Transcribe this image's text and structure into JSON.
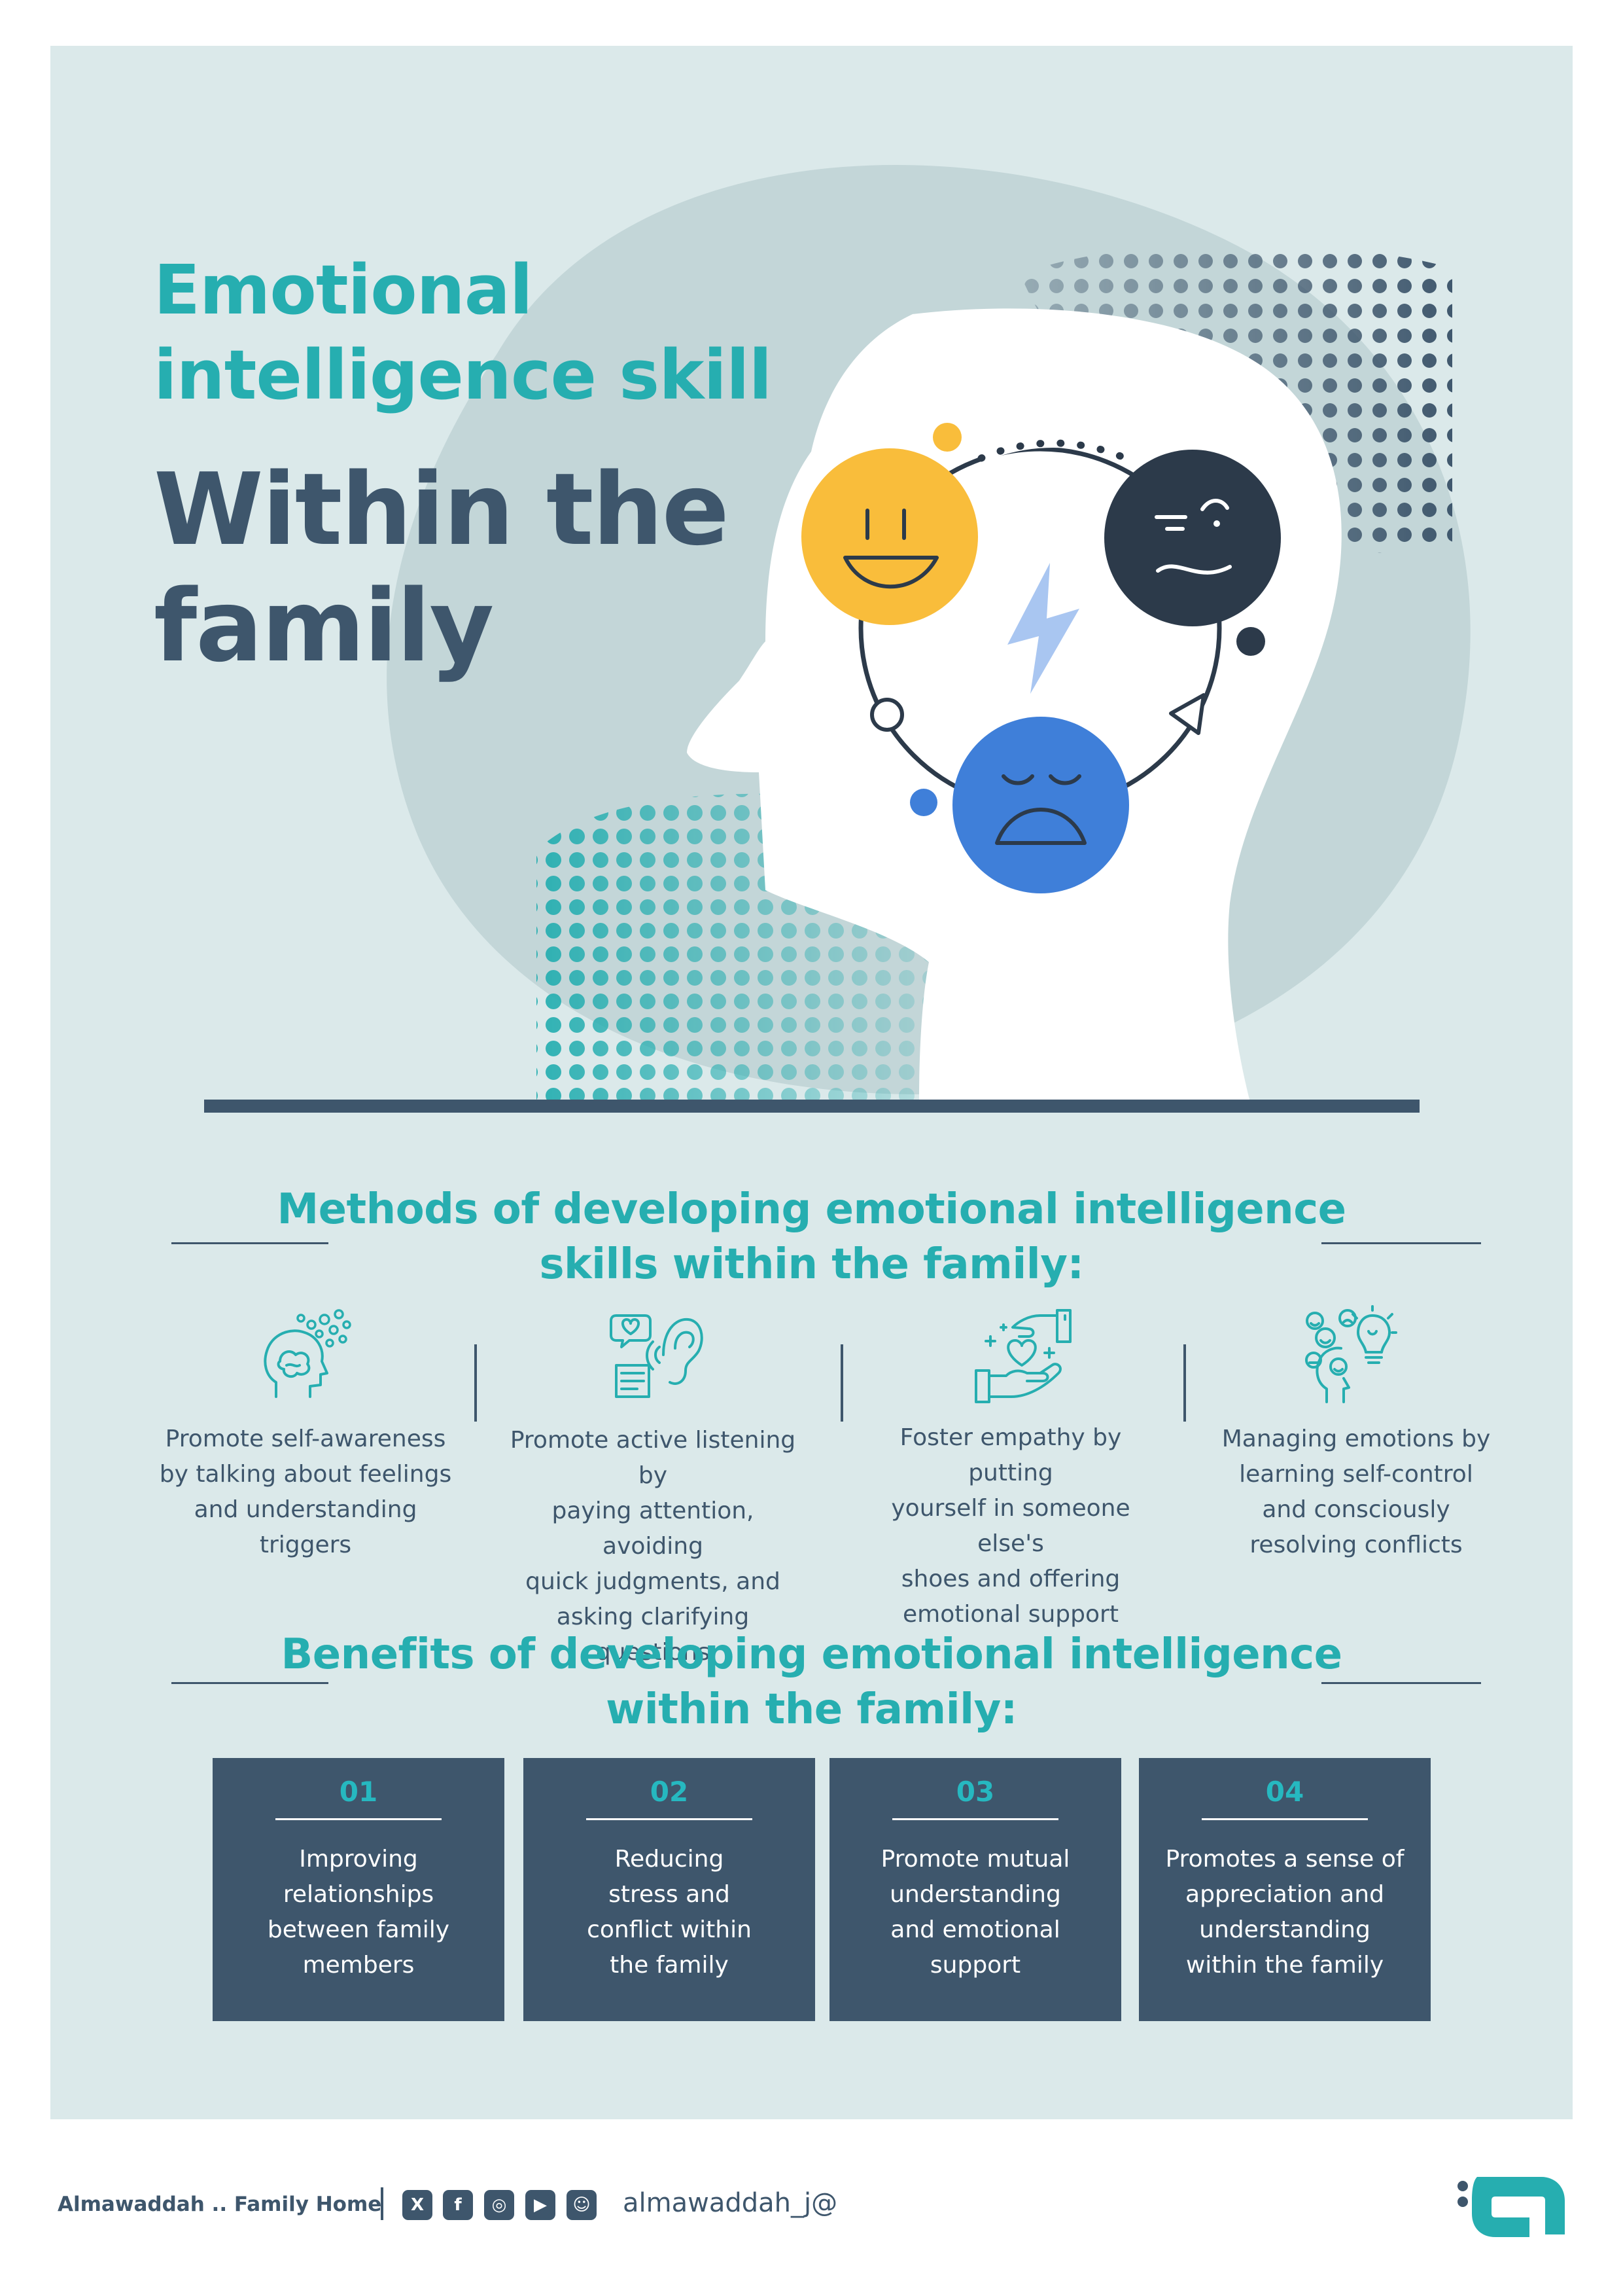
{
  "title": {
    "line1": "Emotional",
    "line2": "intelligence skill",
    "line3": "Within the",
    "line4": "family"
  },
  "colors": {
    "panel_bg": "#dbe9ea",
    "teal": "#26aeb0",
    "navy": "#3e566c",
    "yellow": "#f9bd3b",
    "blue": "#3f7fd9",
    "dark": "#2c3a4a"
  },
  "illustration": {
    "faces": [
      "happy-face-icon",
      "skeptical-face-icon",
      "sad-face-icon"
    ],
    "bolt": "lightning-bolt-icon"
  },
  "methods": {
    "heading_line1": "Methods of developing emotional intelligence",
    "heading_line2": "skills within the family:",
    "items": [
      {
        "icon": "head-thoughts-icon",
        "lines": [
          "Promote self-awareness",
          "by talking about feelings",
          "and understanding",
          "triggers"
        ]
      },
      {
        "icon": "ear-listening-icon",
        "lines": [
          "Promote active listening by",
          "paying attention, avoiding",
          "quick judgments, and",
          "asking clarifying questions"
        ]
      },
      {
        "icon": "hands-heart-icon",
        "lines": [
          "Foster empathy by putting",
          "yourself in someone else's",
          "shoes and offering",
          "emotional support"
        ]
      },
      {
        "icon": "head-emotions-icon",
        "lines": [
          "Managing emotions by",
          "learning self-control",
          "and consciously",
          "resolving conflicts"
        ]
      }
    ]
  },
  "benefits": {
    "heading_line1": "Benefits of developing emotional intelligence",
    "heading_line2": "within the family:",
    "items": [
      {
        "num": "01",
        "lines": [
          "Improving",
          "relationships",
          "between family",
          "members"
        ]
      },
      {
        "num": "02",
        "lines": [
          "Reducing",
          "stress and",
          "conflict within",
          "the family"
        ]
      },
      {
        "num": "03",
        "lines": [
          "Promote mutual",
          "understanding",
          "and emotional",
          "support"
        ]
      },
      {
        "num": "04",
        "lines": [
          "Promotes a sense of",
          "appreciation and",
          "understanding",
          "within the family"
        ]
      }
    ]
  },
  "footer": {
    "brand": "Almawaddah .. Family Home",
    "social": [
      {
        "icon": "x-icon",
        "glyph": "X"
      },
      {
        "icon": "facebook-icon",
        "glyph": "f"
      },
      {
        "icon": "instagram-icon",
        "glyph": "◎"
      },
      {
        "icon": "youtube-icon",
        "glyph": "▶"
      },
      {
        "icon": "snapchat-icon",
        "glyph": "☺"
      }
    ],
    "handle": "almawaddah_j@",
    "logo": "almawaddah-logo-icon"
  }
}
